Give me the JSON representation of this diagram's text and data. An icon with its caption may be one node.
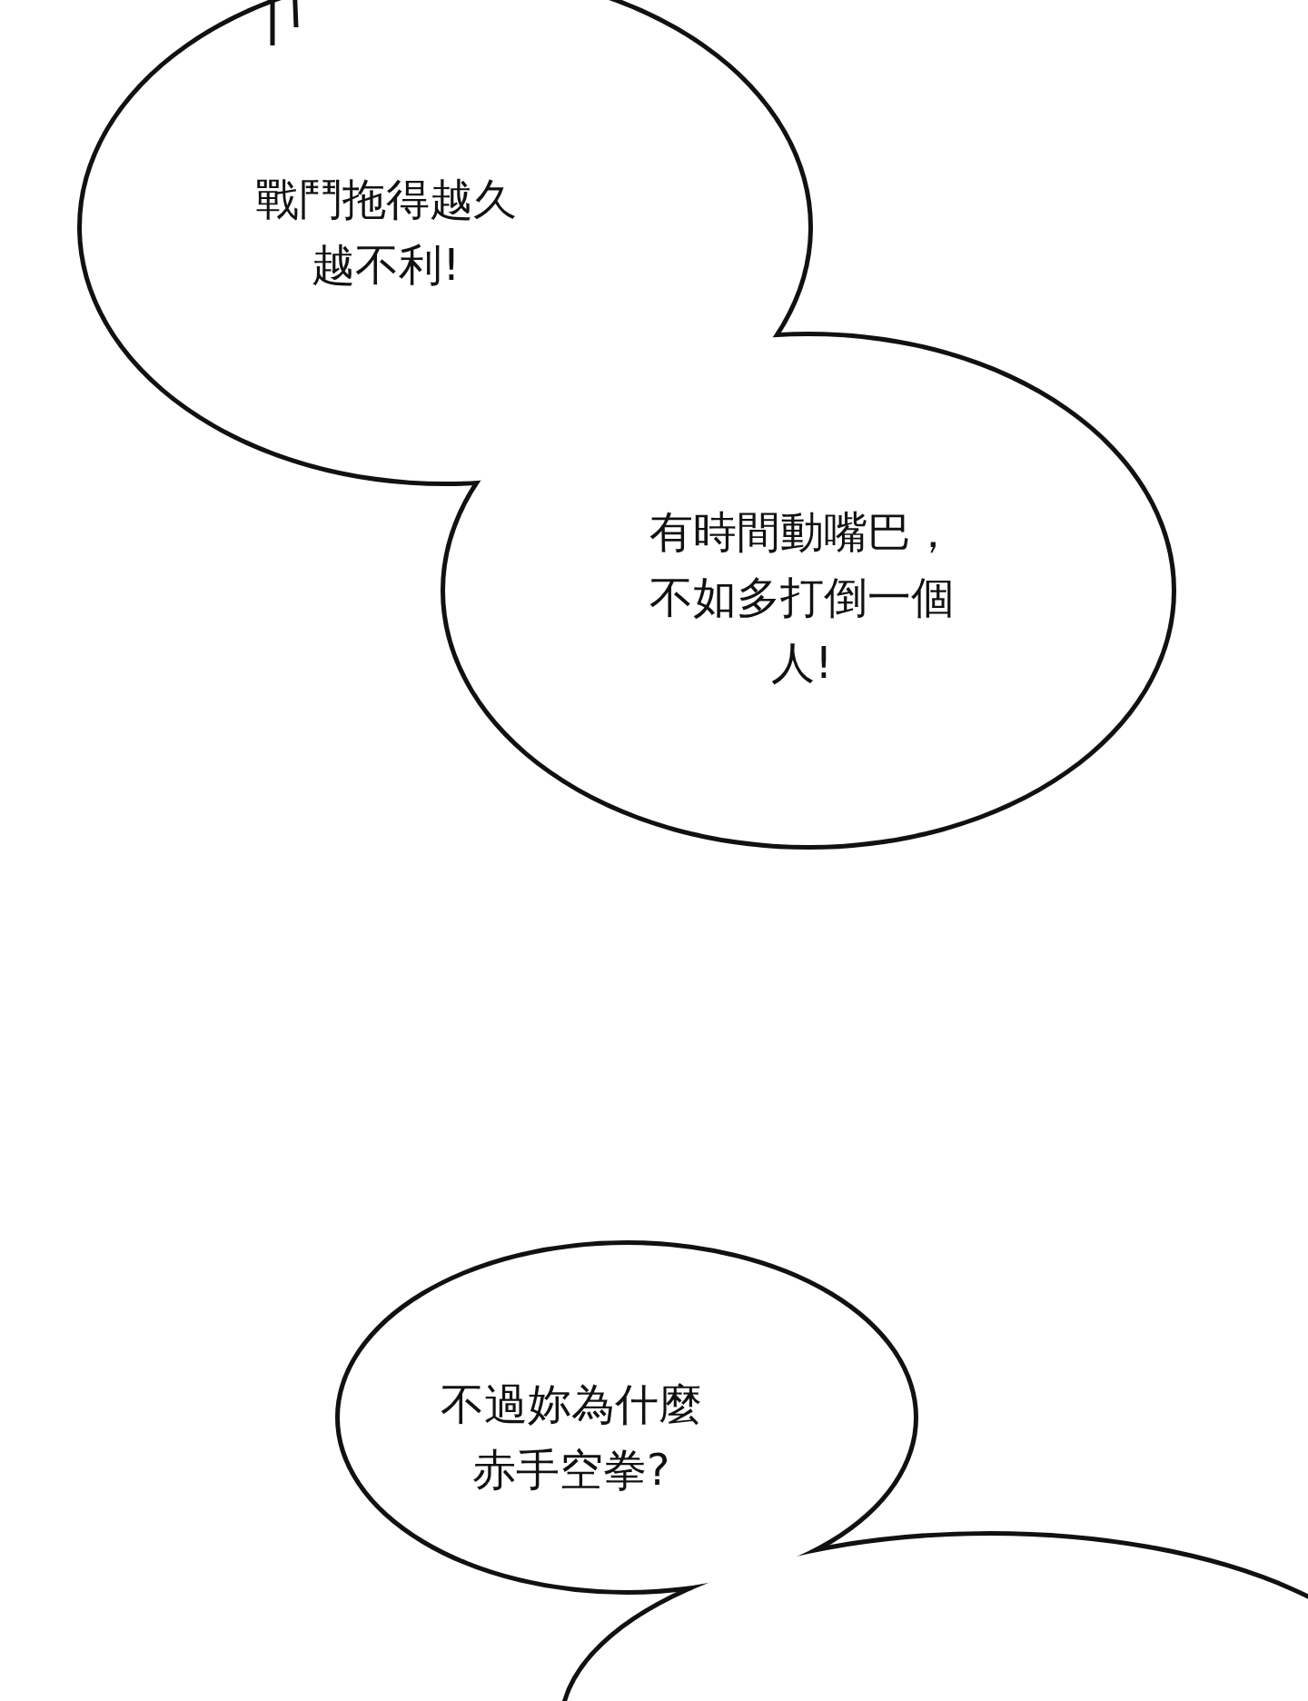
{
  "diagram": {
    "nodes": [
      {
        "text": [
          "戰鬥拖得越久越不利!"
        ]
      },
      {
        "text": [
          "有時間動嘴巴，不如多打倒一個人!"
        ]
      },
      {
        "text": [
          "不過妳為什麼赤手空拳?"
        ]
      },
      {
        "text": [],
        "shape": "cloud"
      }
    ]
  }
}
